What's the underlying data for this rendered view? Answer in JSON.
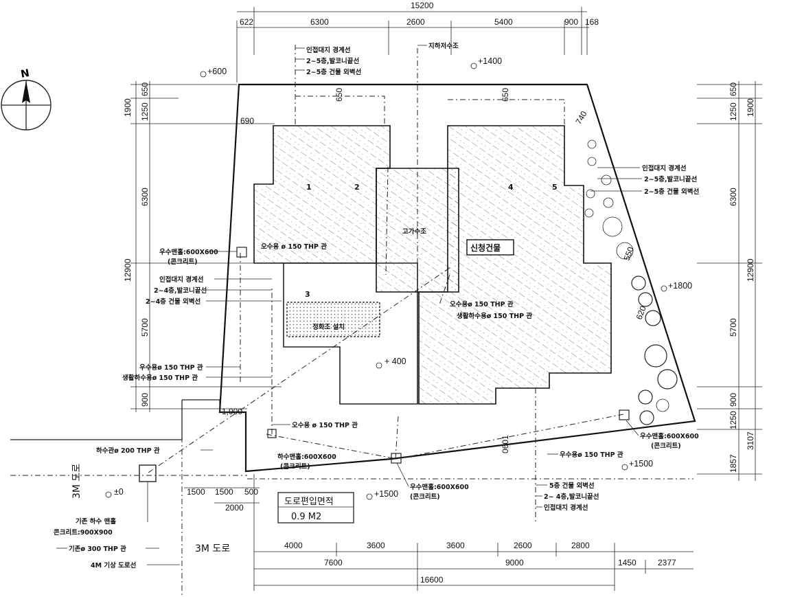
{
  "dims_top": {
    "total": "15200",
    "segments": [
      "622",
      "6300",
      "2600",
      "5400",
      "900",
      "168"
    ]
  },
  "dims_bottom": {
    "row1": [
      "4000",
      "3600",
      "3600",
      "2600",
      "2800"
    ],
    "row2": [
      "7600",
      "9000",
      "1450",
      "2377"
    ],
    "total": "16600"
  },
  "dims_left": {
    "inner": [
      "650",
      "1250",
      "6300",
      "5700",
      "900"
    ],
    "outer": [
      "1900",
      "12900"
    ]
  },
  "dims_right": {
    "inner": [
      "650",
      "1250",
      "6300",
      "5700",
      "900",
      "1250",
      "1857"
    ],
    "outer": [
      "1900",
      "12900",
      "3107"
    ]
  },
  "dims_misc": {
    "d650_a": "650",
    "d650_b": "650",
    "d690": "690",
    "d740": "740",
    "d550": "550",
    "d620": "620",
    "d1900": "1,900",
    "d1500": "1500",
    "d1500b": "1500",
    "d500": "500",
    "d2000": "2000",
    "d6001": "0601"
  },
  "elevations": {
    "e600": "+600",
    "e1400": "+1400",
    "e1800": "+1800",
    "e400": "+ 400",
    "e1500a": "+1500",
    "e1500b": "+1500",
    "e0": "±0"
  },
  "notes_top": [
    "인접대지 경계선",
    "2~5층,발코니끝선",
    "2~5층 건물 외벽선"
  ],
  "note_groundwater": "지하저수조",
  "notes_right_top": [
    "인접대지 경계선",
    "2~5층,발코니끝선",
    "2~5층 건물 외벽선"
  ],
  "notes_left": {
    "manhole": "우수맨홀:600X600",
    "manhole_mat": "(콘크리트)",
    "group": [
      "인접대지 경계선",
      "2~4층,발코니끝선",
      "2~4층 건물 외벽선"
    ],
    "pipe_rain": "우수용ø 150 THP 관",
    "pipe_living": "생활하수용ø 150 THP 관"
  },
  "notes_center": {
    "sewage_pipe1": "오수용 ø 150 THP 관",
    "sewage_pipe2": "오수용ø 150 THP 관",
    "living_pipe2": "생활하수용ø 150 THP 관",
    "sewage_pipe3": "오수용 ø 150 THP 관",
    "tank": "정화조 설치",
    "septic": "고가수조",
    "new_building": "신청건물",
    "room_numbers": [
      "1",
      "2",
      "3",
      "4",
      "5"
    ]
  },
  "notes_bottom": {
    "sewer_pipe": "하수관ø 200 THP 관",
    "sewer_manhole": "하수맨홀:600X600",
    "sewer_manhole_mat": "(콘크리트)",
    "rain_manhole2": "우수맨홀:600X600",
    "rain_manhole2_mat": "(콘크리트)",
    "rain_pipe_right": "우수용ø 150 THP 관",
    "rain_manhole3": "우수맨홀:600X600",
    "rain_manhole3_mat": "(콘크리트)",
    "existing_manhole": "기존 하수 맨홀",
    "existing_manhole_spec": "콘크리트:900X900",
    "existing_pipe": "기존ø 300 THP 관",
    "road_line": "4M 기상 도로선",
    "bottom_notes": [
      "5층 건물 외벽선",
      "2~ 4층,발코니끝선",
      "인접대지 경계선"
    ]
  },
  "road_labels": {
    "road_v": "3M 도로",
    "road_h": "3M 도로"
  },
  "road_area": {
    "title": "도로편입면적",
    "value": "0.9   M2"
  },
  "north": "N"
}
